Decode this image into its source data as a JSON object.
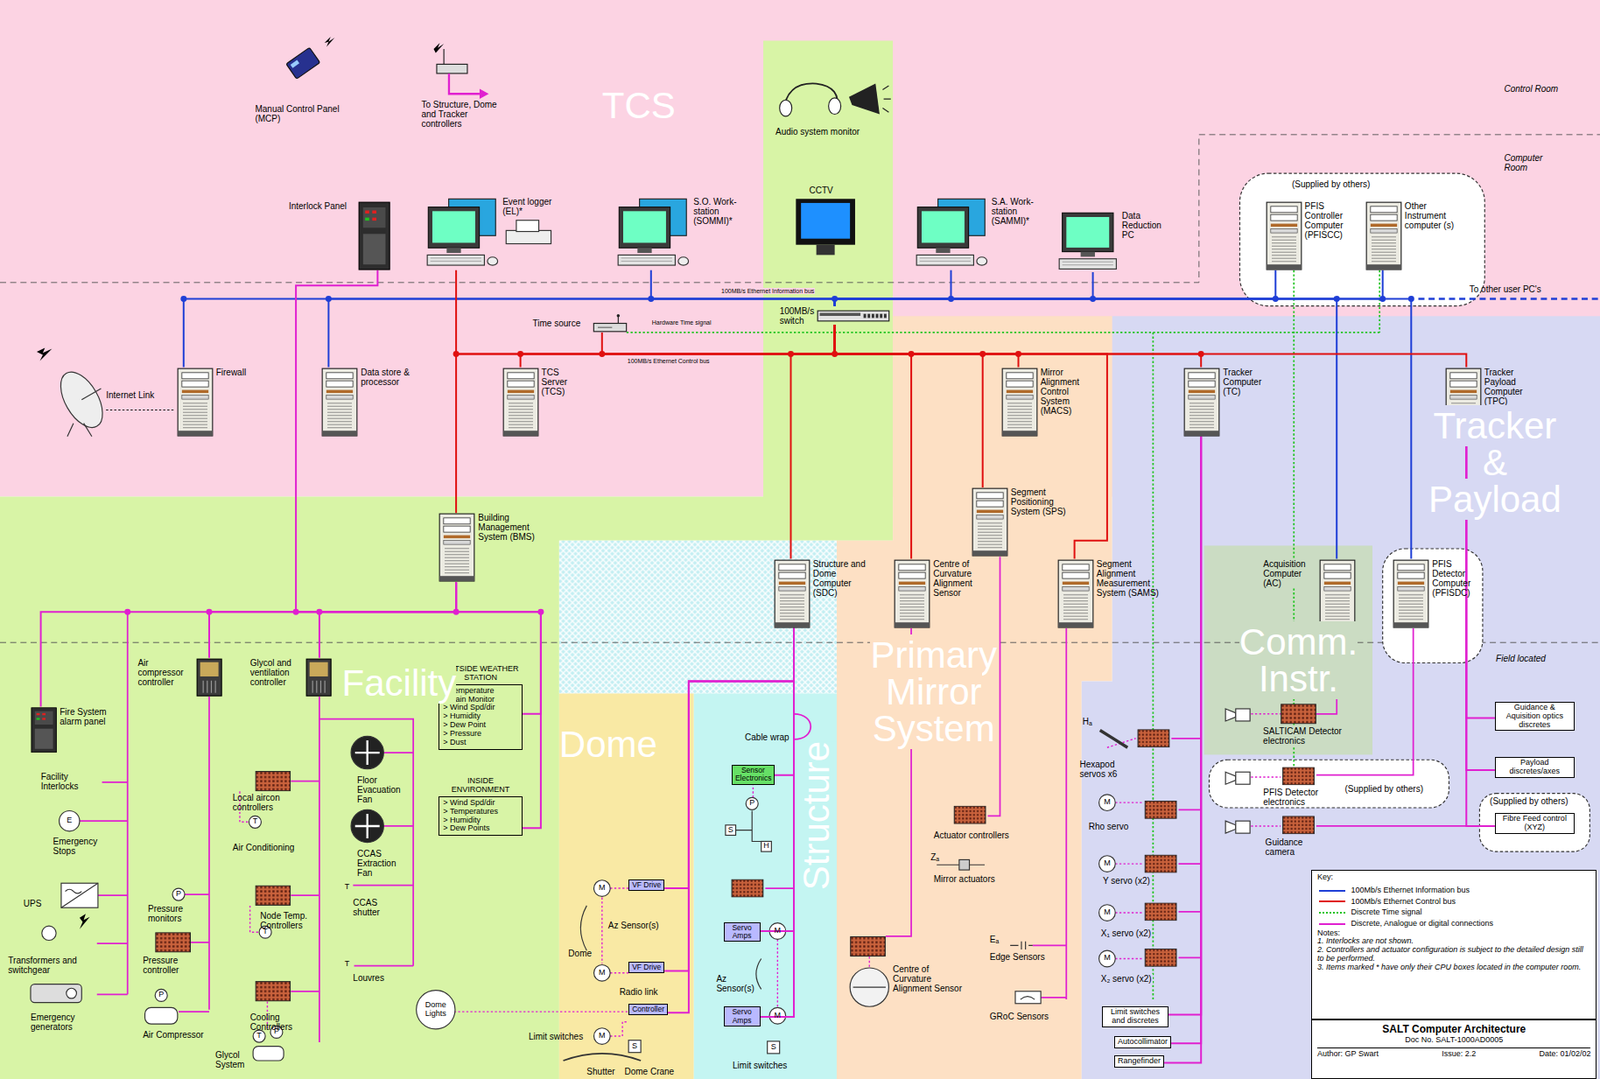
{
  "diagram": {
    "nodes": [
      {
        "text": [
          "Interlock Panel"
        ]
      },
      {
        "text": [
          "Event logger (EL)*"
        ]
      },
      {
        "text": [
          "S.O. Work-station (SOMMI)*"
        ]
      },
      {
        "text": [
          "S.A. Work-station (SAMMI)*"
        ]
      },
      {
        "text": [
          "Data Reduction PC"
        ]
      },
      {
        "text": [
          "PFIS Controller Computer (PFISCC)"
        ]
      },
      {
        "text": [
          "Other Instrument computer (s)"
        ]
      },
      {
        "text": [
          "Time source"
        ]
      },
      {
        "text": [
          "100MB/s switch"
        ]
      },
      {
        "text": [
          "Firewall"
        ]
      },
      {
        "text": [
          "Data store & processor"
        ]
      },
      {
        "text": [
          "TCS Server (TCS)"
        ]
      },
      {
        "text": [
          "Mirror Alignment Control System (MACS)"
        ]
      },
      {
        "text": [
          "Tracker Computer (TC)"
        ]
      },
      {
        "text": [
          "Tracker Payload Computer (TPC)"
        ]
      },
      {
        "text": [
          "Building Management System (BMS)"
        ]
      },
      {
        "text": [
          "Segment Positioning System (SPS)"
        ]
      },
      {
        "text": [
          "Structure and Dome Computer (SDC)"
        ]
      },
      {
        "text": [
          "Centre of Curvature Alignment Sensor"
        ]
      },
      {
        "text": [
          "Segment Alignment Measurement System (SAMS)"
        ]
      },
      {
        "text": [
          "Acquisition Computer (AC)"
        ]
      },
      {
        "text": [
          "PFIS Detector Computer (PFISDC)"
        ]
      },
      {
        "text": [
          "Air compressor controller"
        ]
      },
      {
        "text": [
          "Glycol and ventilation controller"
        ]
      },
      {
        "text": [
          "Fire System alarm panel"
        ]
      },
      {
        "text": [
          "OUTSIDE WEATHER STATION",
          "> Temperature",
          "> Rain Monitor",
          "> Wind Spd/dir",
          "> Humidity",
          "> Dew Point",
          "> Pressure",
          "> Dust"
        ]
      },
      {
        "text": [
          "INSIDE ENVIRONMENT",
          "> Wind Spd/dir",
          "> Temperatures",
          "> Humidity",
          "> Dew Points"
        ]
      },
      {
        "text": [
          "Sensor Electronics"
        ]
      },
      {
        "text": [
          "VF Drive"
        ]
      },
      {
        "text": [
          "Servo Amps"
        ]
      },
      {
        "text": [
          "VF Drive"
        ]
      },
      {
        "text": [
          "Servo Amps"
        ]
      },
      {
        "text": [
          "Controller"
        ]
      },
      {
        "text": [
          "Limit switches and discretes"
        ]
      },
      {
        "text": [
          "Autocollimator"
        ]
      },
      {
        "text": [
          "Rangefinder"
        ]
      },
      {
        "text": [
          "Guidance & Aquisition optics discretes"
        ]
      },
      {
        "text": [
          "Payload discretes/axes"
        ]
      },
      {
        "text": [
          "Fibre Feed control (XYZ)"
        ]
      },
      {
        "text": [
          "Key:",
          "Notes:",
          "1. Interlocks are not shown.",
          "2. Controllers and actuator configuration is subject to the detailed design still to be performed.",
          "3. Items marked * have only their CPU boxes located in the computer room."
        ]
      },
      {
        "text": [
          "SALT Computer Architecture",
          "Doc No. SALT-1000AD0005",
          "Author: GP Swart",
          "Issue: 2.2",
          "Date: 01/02/02"
        ]
      }
    ],
    "edges": [
      {
        "from": 8,
        "to": 9,
        "arrow": "none"
      },
      {
        "from": 8,
        "to": 10,
        "arrow": "none"
      },
      {
        "from": 8,
        "to": 2,
        "arrow": "none"
      },
      {
        "from": 8,
        "to": 3,
        "arrow": "none"
      },
      {
        "from": 8,
        "to": 4,
        "arrow": "none"
      },
      {
        "from": 8,
        "to": 5,
        "arrow": "none"
      },
      {
        "from": 8,
        "to": 6,
        "arrow": "none"
      },
      {
        "from": 8,
        "to": 20,
        "arrow": "none"
      },
      {
        "from": 8,
        "to": 21,
        "arrow": "none"
      },
      {
        "from": 8,
        "to": 1,
        "arrow": "none"
      },
      {
        "from": 8,
        "to": 11,
        "arrow": "none"
      },
      {
        "from": 8,
        "to": 7,
        "arrow": "none"
      },
      {
        "from": 8,
        "to": 15,
        "arrow": "none"
      },
      {
        "from": 8,
        "to": 17,
        "arrow": "none"
      },
      {
        "from": 8,
        "to": 18,
        "arrow": "none"
      },
      {
        "from": 8,
        "to": 16,
        "arrow": "none"
      },
      {
        "from": 8,
        "to": 12,
        "arrow": "none"
      },
      {
        "from": 8,
        "to": 19,
        "arrow": "none"
      },
      {
        "from": 8,
        "to": 13,
        "arrow": "none"
      },
      {
        "from": 8,
        "to": 14,
        "arrow": "none"
      },
      {
        "from": 15,
        "to": 0,
        "arrow": "none"
      },
      {
        "from": 15,
        "to": 24,
        "arrow": "none"
      },
      {
        "from": 15,
        "to": 22,
        "arrow": "none"
      },
      {
        "from": 15,
        "to": 23,
        "arrow": "none"
      },
      {
        "from": 15,
        "to": 25,
        "arrow": "none"
      },
      {
        "from": 15,
        "to": 26,
        "arrow": "none"
      },
      {
        "from": 17,
        "to": 27,
        "arrow": "none"
      },
      {
        "from": 17,
        "to": 29,
        "arrow": "none"
      },
      {
        "from": 17,
        "to": 31,
        "arrow": "none"
      },
      {
        "from": 17,
        "to": 28,
        "arrow": "none"
      },
      {
        "from": 17,
        "to": 30,
        "arrow": "none"
      },
      {
        "from": 17,
        "to": 32,
        "arrow": "none"
      },
      {
        "from": 13,
        "to": 33,
        "arrow": "none"
      },
      {
        "from": 13,
        "to": 34,
        "arrow": "none"
      },
      {
        "from": 13,
        "to": 35,
        "arrow": "none"
      },
      {
        "from": 14,
        "to": 36,
        "arrow": "none"
      },
      {
        "from": 14,
        "to": 37,
        "arrow": "none"
      },
      {
        "from": 14,
        "to": 38,
        "arrow": "none"
      }
    ],
    "labels": [
      "Manual Control Panel (MCP)",
      "To Structure, Dome and Tracker controllers",
      "TCS",
      "Audio system monitor",
      "Control Room",
      "Computer Room",
      "CCTV",
      "(Supplied by others)",
      "100MB/s Ethernet Information bus",
      "To other user PC's",
      "Hardware Time signal",
      "100MB/s Ethernet Control bus",
      "Internet Link",
      "Tracker & Payload",
      "Field located",
      "Primary Mirror System",
      "Comm. Instr.",
      "Facility",
      "Dome",
      "Structure",
      "Facility Interlocks",
      "E",
      "Emergency Stops",
      "UPS",
      "Transformers and switchgear",
      "Emergency generators",
      "Local aircon controllers",
      "T",
      "Air Conditioning",
      "Floor Evacuation Fan",
      "CCAS Extraction Fan",
      "T",
      "CCAS shutter",
      "T",
      "Louvres",
      "P",
      "Pressure monitors",
      "Pressure controller",
      "Node Temp. Controllers",
      "T",
      "P",
      "Air Compressor",
      "Cooling Controllers",
      "T",
      "P",
      "Glycol System",
      "Dome Lights",
      "Cable wrap",
      "M",
      "Az Sensor(s)",
      "Dome",
      "M",
      "Radio link",
      "Limit switches",
      "M",
      "S",
      "Shutter",
      "Dome Crane",
      "P",
      "S",
      "H",
      "M",
      "Az Sensor(s)",
      "M",
      "S",
      "Limit switches",
      "Actuator controllers",
      "Zₐ",
      "Mirror actuators",
      "Centre of Curvature Alignment Sensor",
      "Eₐ",
      "Edge Sensors",
      "GRoC Sensors",
      "Hₐ",
      "Hexapod servos x6",
      "M",
      "Rho servo",
      "M",
      "Y servo (x2)",
      "M",
      "X₁ servo (x2)",
      "M",
      "X₂ servo (x2)",
      "SALTICAM Detector electronics",
      "PFIS Detector electronics",
      "(Supplied by others)",
      "Guidance camera",
      "(Supplied by others)"
    ],
    "legend": [
      {
        "text": "100Mb/s Ethernet Information bus"
      },
      {
        "text": "100Mb/s Ethernet Control bus"
      },
      {
        "text": "Discrete Time signal"
      },
      {
        "text": "Discrete, Analogue or digital connections"
      }
    ]
  }
}
